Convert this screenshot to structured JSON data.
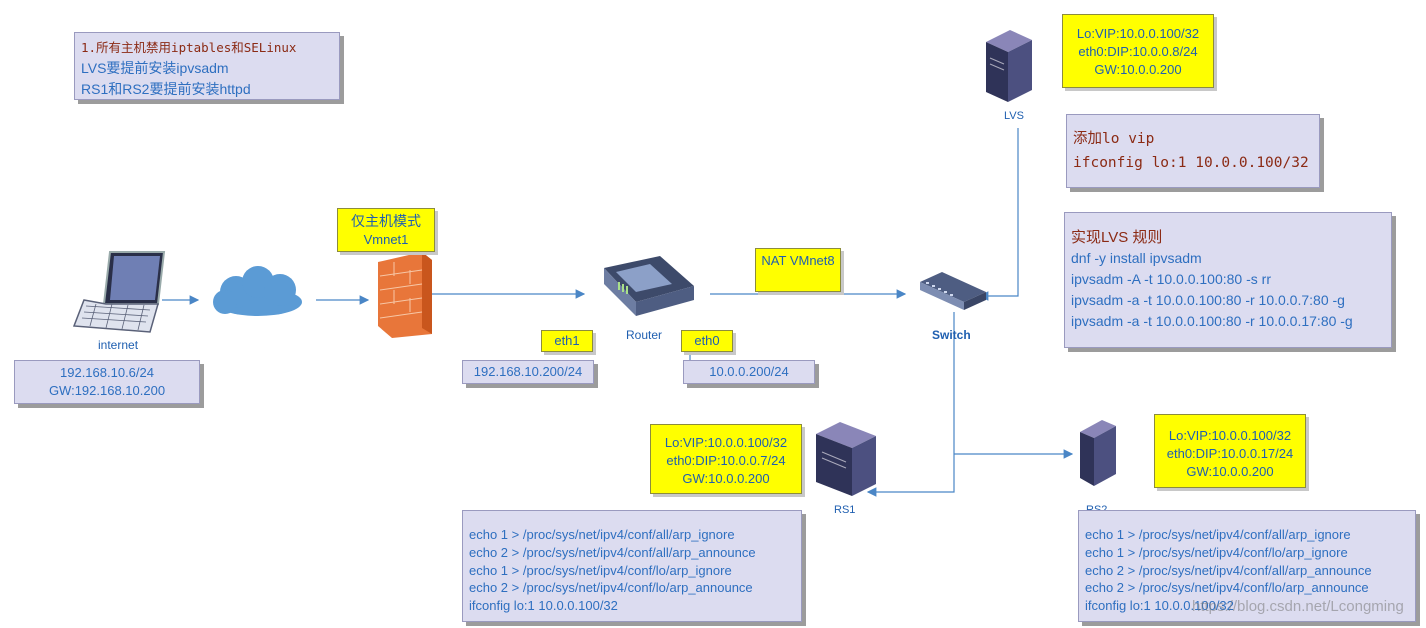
{
  "notes": {
    "prereq": [
      "1.所有主机禁用iptables和SELinux",
      "LVS要提前安装ipvsadm",
      "RS1和RS2要提前安装httpd"
    ],
    "lvs_vip": "添加lo vip",
    "lvs_vip_cmd": "ifconfig lo:1 10.0.0.100/32",
    "lvs_rule_title": "实现LVS 规则",
    "lvs_rules": [
      "dnf -y install ipvsadm",
      "ipvsadm -A -t 10.0.0.100:80 -s rr",
      "ipvsadm -a -t 10.0.0.100:80 -r 10.0.0.7:80 -g",
      "ipvsadm -a -t 10.0.0.100:80 -r 10.0.0.17:80 -g"
    ],
    "rs1_cmds": [
      "echo 1 > /proc/sys/net/ipv4/conf/all/arp_ignore",
      "echo 2 > /proc/sys/net/ipv4/conf/all/arp_announce",
      "echo 1 > /proc/sys/net/ipv4/conf/lo/arp_ignore",
      "echo 2 > /proc/sys/net/ipv4/conf/lo/arp_announce",
      "ifconfig lo:1 10.0.0.100/32"
    ],
    "rs2_cmds": [
      "echo 1 > /proc/sys/net/ipv4/conf/all/arp_ignore",
      "echo 1 > /proc/sys/net/ipv4/conf/lo/arp_ignore",
      "echo 2 > /proc/sys/net/ipv4/conf/all/arp_announce",
      "echo 2 > /proc/sys/net/ipv4/conf/lo/arp_announce",
      "ifconfig lo:1 10.0.0.100/32"
    ]
  },
  "nodes": {
    "internet": {
      "label": "internet",
      "ip": "192.168.10.6/24",
      "gw": "GW:192.168.10.200"
    },
    "firewall": {
      "mode": "仅主机模式",
      "net": "Vmnet1"
    },
    "router": {
      "label": "Router",
      "eth1": "eth1",
      "eth1_ip": "192.168.10.200/24",
      "eth0": "eth0",
      "eth0_ip": "10.0.0.200/24"
    },
    "nat": {
      "mode": "NAT",
      "net": "VMnet8"
    },
    "switch": {
      "label": "Switch"
    },
    "lvs": {
      "label": "LVS",
      "vip": "Lo:VIP:10.0.0.100/32",
      "dip": "eth0:DIP:10.0.0.8/24",
      "gw": "GW:10.0.0.200"
    },
    "rs1": {
      "label": "RS1",
      "vip": "Lo:VIP:10.0.0.100/32",
      "dip": "eth0:DIP:10.0.0.7/24",
      "gw": "GW:10.0.0.200"
    },
    "rs2": {
      "label": "RS2",
      "vip": "Lo:VIP:10.0.0.100/32",
      "dip": "eth0:DIP:10.0.0.17/24",
      "gw": "GW:10.0.0.200"
    }
  },
  "watermark": "https://blog.csdn.net/Lcongming",
  "colors": {
    "accent": "#1f5fb0",
    "note_yellow": "#ffff00",
    "note_lavender": "#dcdcf0",
    "line": "#4a86c6",
    "cmd_red": "#8b2a14"
  }
}
